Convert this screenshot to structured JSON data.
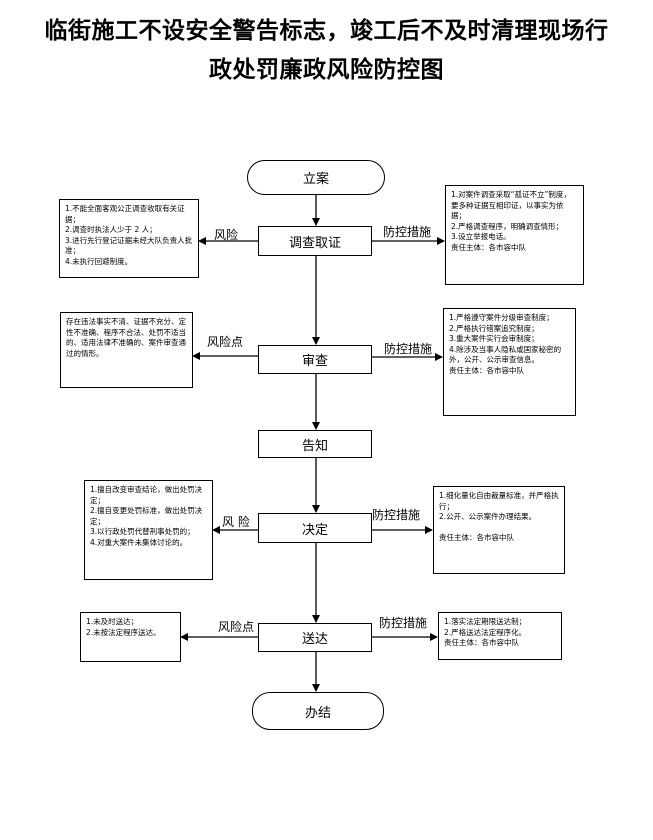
{
  "title": {
    "line1": "临街施工不设安全警告标志，竣工后不及时清理现场行",
    "line2": "政处罚廉政风险防控图"
  },
  "steps": {
    "lian": "立案",
    "diaocha": "调查取证",
    "shencha": "审查",
    "gaozhi": "告知",
    "jueding": "决定",
    "songda": "送达",
    "banjie": "办结"
  },
  "labels": {
    "risk1": "风险",
    "measure1": "防控措施",
    "risk2": "风险点",
    "measure2": "防控措施",
    "risk3": "风  险",
    "measure3": "防控措施",
    "risk4": "风险点",
    "measure4": "防控措施"
  },
  "risks": {
    "r1": "1.不能全面客观公正调查收取有关证据；\n2.调查时执法人少于 2 人；\n3.进行先行登记证据未经大队负责人批准；\n4.未执行回避制度。",
    "r2": "存在违法事实不清、证据不充分、定性不准确、程序不合法、处罚不适当的、适用法律不准确的、案件审查通过的情形。",
    "r3": "1.擅自改变审查结论，做出处罚决定；\n2.擅自变更处罚标准，做出处罚决定；\n3.以行政处罚代替刑事处罚的；\n4.对重大案件未集体讨论的。",
    "r4": "1.未及时送达；\n2.未按法定程序送达。"
  },
  "measures": {
    "m1": "1.对案件调查采取“孤证不立”制度，要多种证据互相印证，以事实为依据；\n2.严格调查程序，明确调查情形；\n3.设立举报电话。\n    责任主体：各市容中队",
    "m2": "1.严格遵守案件分级审查制度；\n2.严格执行错案追究制度；\n3.重大案件实行会审制度；\n4.除涉及当事人隐私或国家秘密的外，公开、公示审查信息。\n责任主体：各市容中队",
    "m3": "1.细化量化自由裁量标准，并严格执行；\n2.公开、公示案件办理结果。\n\n责任主体：各市容中队",
    "m4": "1.落实法定期限送达制；\n2.严格送达法定程序化。\n责任主体：各市容中队"
  }
}
